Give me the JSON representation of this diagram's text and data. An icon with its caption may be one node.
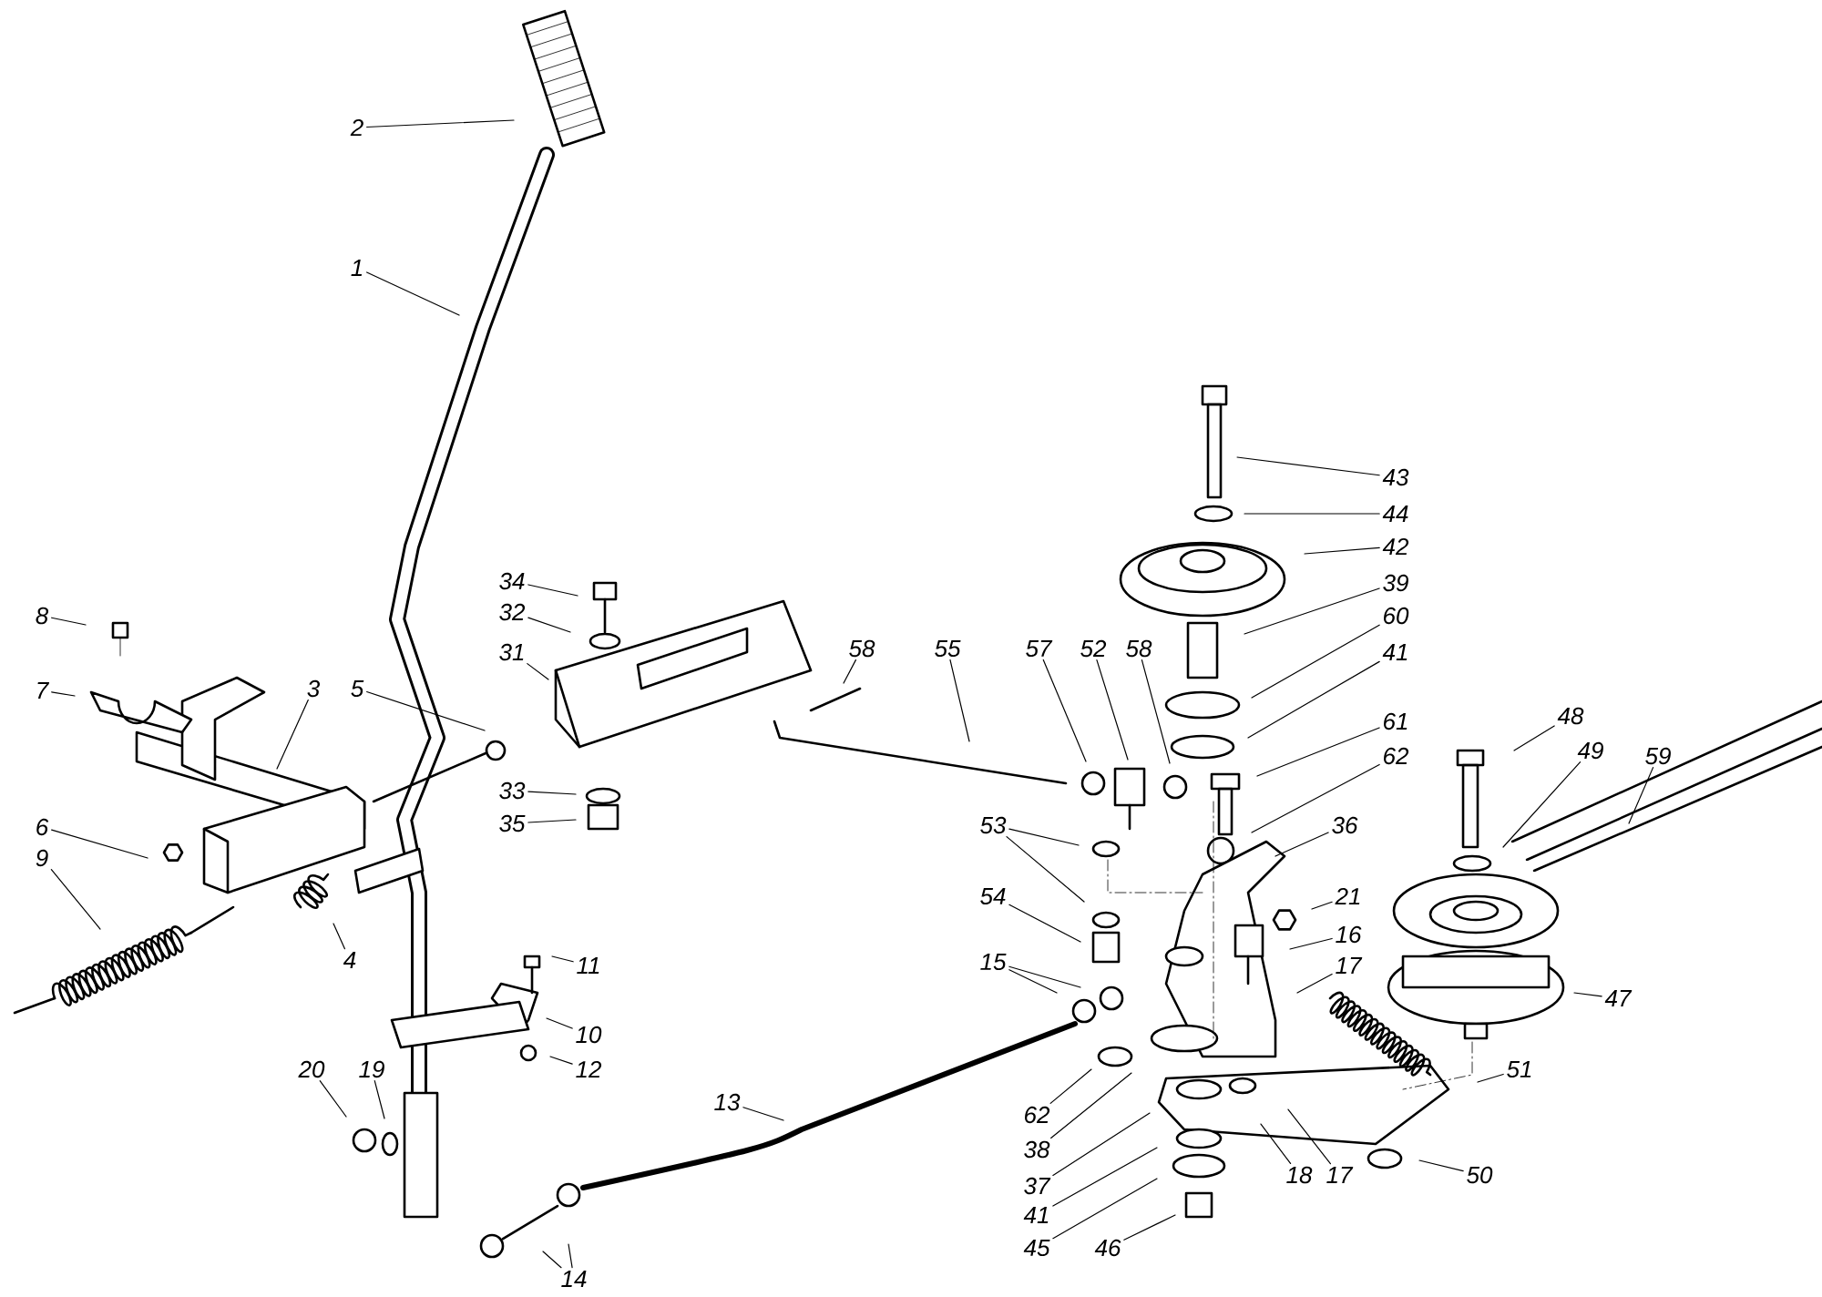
{
  "diagram": {
    "nodes": [
      {
        "text": [
          "2"
        ]
      },
      {
        "text": [
          "1"
        ]
      },
      {
        "text": [
          "43"
        ]
      },
      {
        "text": [
          "44"
        ]
      },
      {
        "text": [
          "42"
        ]
      },
      {
        "text": [
          "34"
        ]
      },
      {
        "text": [
          "39"
        ]
      },
      {
        "text": [
          "8"
        ]
      },
      {
        "text": [
          "32"
        ]
      },
      {
        "text": [
          "60"
        ]
      },
      {
        "text": [
          "31"
        ]
      },
      {
        "text": [
          "58"
        ]
      },
      {
        "text": [
          "55"
        ]
      },
      {
        "text": [
          "57"
        ]
      },
      {
        "text": [
          "52"
        ]
      },
      {
        "text": [
          "58"
        ]
      },
      {
        "text": [
          "41"
        ]
      },
      {
        "text": [
          "3"
        ]
      },
      {
        "text": [
          "5"
        ]
      },
      {
        "text": [
          "7"
        ]
      },
      {
        "text": [
          "48"
        ]
      },
      {
        "text": [
          "61"
        ]
      },
      {
        "text": [
          "49"
        ]
      },
      {
        "text": [
          "59"
        ]
      },
      {
        "text": [
          "62"
        ]
      },
      {
        "text": [
          "33"
        ]
      },
      {
        "text": [
          "35"
        ]
      },
      {
        "text": [
          "36"
        ]
      },
      {
        "text": [
          "53"
        ]
      },
      {
        "text": [
          "6"
        ]
      },
      {
        "text": [
          "9"
        ]
      },
      {
        "text": [
          "21"
        ]
      },
      {
        "text": [
          "54"
        ]
      },
      {
        "text": [
          "16"
        ]
      },
      {
        "text": [
          "4"
        ]
      },
      {
        "text": [
          "11"
        ]
      },
      {
        "text": [
          "15"
        ]
      },
      {
        "text": [
          "17"
        ]
      },
      {
        "text": [
          "47"
        ]
      },
      {
        "text": [
          "10"
        ]
      },
      {
        "text": [
          "12"
        ]
      },
      {
        "text": [
          "20"
        ]
      },
      {
        "text": [
          "19"
        ]
      },
      {
        "text": [
          "51"
        ]
      },
      {
        "text": [
          "13"
        ]
      },
      {
        "text": [
          "62"
        ]
      },
      {
        "text": [
          "38"
        ]
      },
      {
        "text": [
          "18"
        ]
      },
      {
        "text": [
          "17"
        ]
      },
      {
        "text": [
          "50"
        ]
      },
      {
        "text": [
          "37"
        ]
      },
      {
        "text": [
          "41"
        ]
      },
      {
        "text": [
          "45"
        ]
      },
      {
        "text": [
          "46"
        ]
      },
      {
        "text": [
          "14"
        ]
      }
    ],
    "edges": [
      {
        "from": 0,
        "to": null,
        "arrow": "none"
      },
      {
        "from": 1,
        "to": null,
        "arrow": "none"
      },
      {
        "from": 2,
        "to": null,
        "arrow": "none"
      },
      {
        "from": 3,
        "to": null,
        "arrow": "none"
      },
      {
        "from": 4,
        "to": null,
        "arrow": "none"
      },
      {
        "from": 5,
        "to": null,
        "arrow": "none"
      },
      {
        "from": 6,
        "to": null,
        "arrow": "none"
      },
      {
        "from": 7,
        "to": null,
        "arrow": "none"
      },
      {
        "from": 8,
        "to": null,
        "arrow": "none"
      },
      {
        "from": 9,
        "to": null,
        "arrow": "none"
      },
      {
        "from": 10,
        "to": null,
        "arrow": "none"
      },
      {
        "from": 11,
        "to": null,
        "arrow": "none"
      },
      {
        "from": 12,
        "to": null,
        "arrow": "none"
      },
      {
        "from": 13,
        "to": null,
        "arrow": "none"
      },
      {
        "from": 14,
        "to": null,
        "arrow": "none"
      },
      {
        "from": 15,
        "to": null,
        "arrow": "none"
      },
      {
        "from": 16,
        "to": null,
        "arrow": "none"
      },
      {
        "from": 17,
        "to": null,
        "arrow": "none"
      },
      {
        "from": 18,
        "to": null,
        "arrow": "none"
      },
      {
        "from": 19,
        "to": null,
        "arrow": "none"
      },
      {
        "from": 20,
        "to": null,
        "arrow": "none"
      },
      {
        "from": 21,
        "to": null,
        "arrow": "none"
      },
      {
        "from": 22,
        "to": null,
        "arrow": "none"
      },
      {
        "from": 23,
        "to": null,
        "arrow": "none"
      },
      {
        "from": 24,
        "to": null,
        "arrow": "none"
      },
      {
        "from": 25,
        "to": null,
        "arrow": "none"
      },
      {
        "from": 26,
        "to": null,
        "arrow": "none"
      },
      {
        "from": 27,
        "to": null,
        "arrow": "none"
      },
      {
        "from": 28,
        "to": null,
        "arrow": "none"
      },
      {
        "from": 28,
        "to": null,
        "arrow": "none"
      },
      {
        "from": 29,
        "to": null,
        "arrow": "none"
      },
      {
        "from": 30,
        "to": null,
        "arrow": "none"
      },
      {
        "from": 31,
        "to": null,
        "arrow": "none"
      },
      {
        "from": 32,
        "to": null,
        "arrow": "none"
      },
      {
        "from": 33,
        "to": null,
        "arrow": "none"
      },
      {
        "from": 34,
        "to": null,
        "arrow": "none"
      },
      {
        "from": 35,
        "to": null,
        "arrow": "none"
      },
      {
        "from": 36,
        "to": null,
        "arrow": "none"
      },
      {
        "from": 36,
        "to": null,
        "arrow": "none"
      },
      {
        "from": 37,
        "to": null,
        "arrow": "none"
      },
      {
        "from": 38,
        "to": null,
        "arrow": "none"
      },
      {
        "from": 39,
        "to": null,
        "arrow": "none"
      },
      {
        "from": 40,
        "to": null,
        "arrow": "none"
      },
      {
        "from": 41,
        "to": null,
        "arrow": "none"
      },
      {
        "from": 42,
        "to": null,
        "arrow": "none"
      },
      {
        "from": 43,
        "to": null,
        "arrow": "none"
      },
      {
        "from": 44,
        "to": null,
        "arrow": "none"
      },
      {
        "from": 45,
        "to": null,
        "arrow": "none"
      },
      {
        "from": 46,
        "to": null,
        "arrow": "none"
      },
      {
        "from": 47,
        "to": null,
        "arrow": "none"
      },
      {
        "from": 48,
        "to": null,
        "arrow": "none"
      },
      {
        "from": 49,
        "to": null,
        "arrow": "none"
      },
      {
        "from": 50,
        "to": null,
        "arrow": "none"
      },
      {
        "from": 51,
        "to": null,
        "arrow": "none"
      },
      {
        "from": 52,
        "to": null,
        "arrow": "none"
      },
      {
        "from": 53,
        "to": null,
        "arrow": "none"
      },
      {
        "from": 54,
        "to": null,
        "arrow": "none"
      },
      {
        "from": 54,
        "to": null,
        "arrow": "none"
      }
    ]
  }
}
